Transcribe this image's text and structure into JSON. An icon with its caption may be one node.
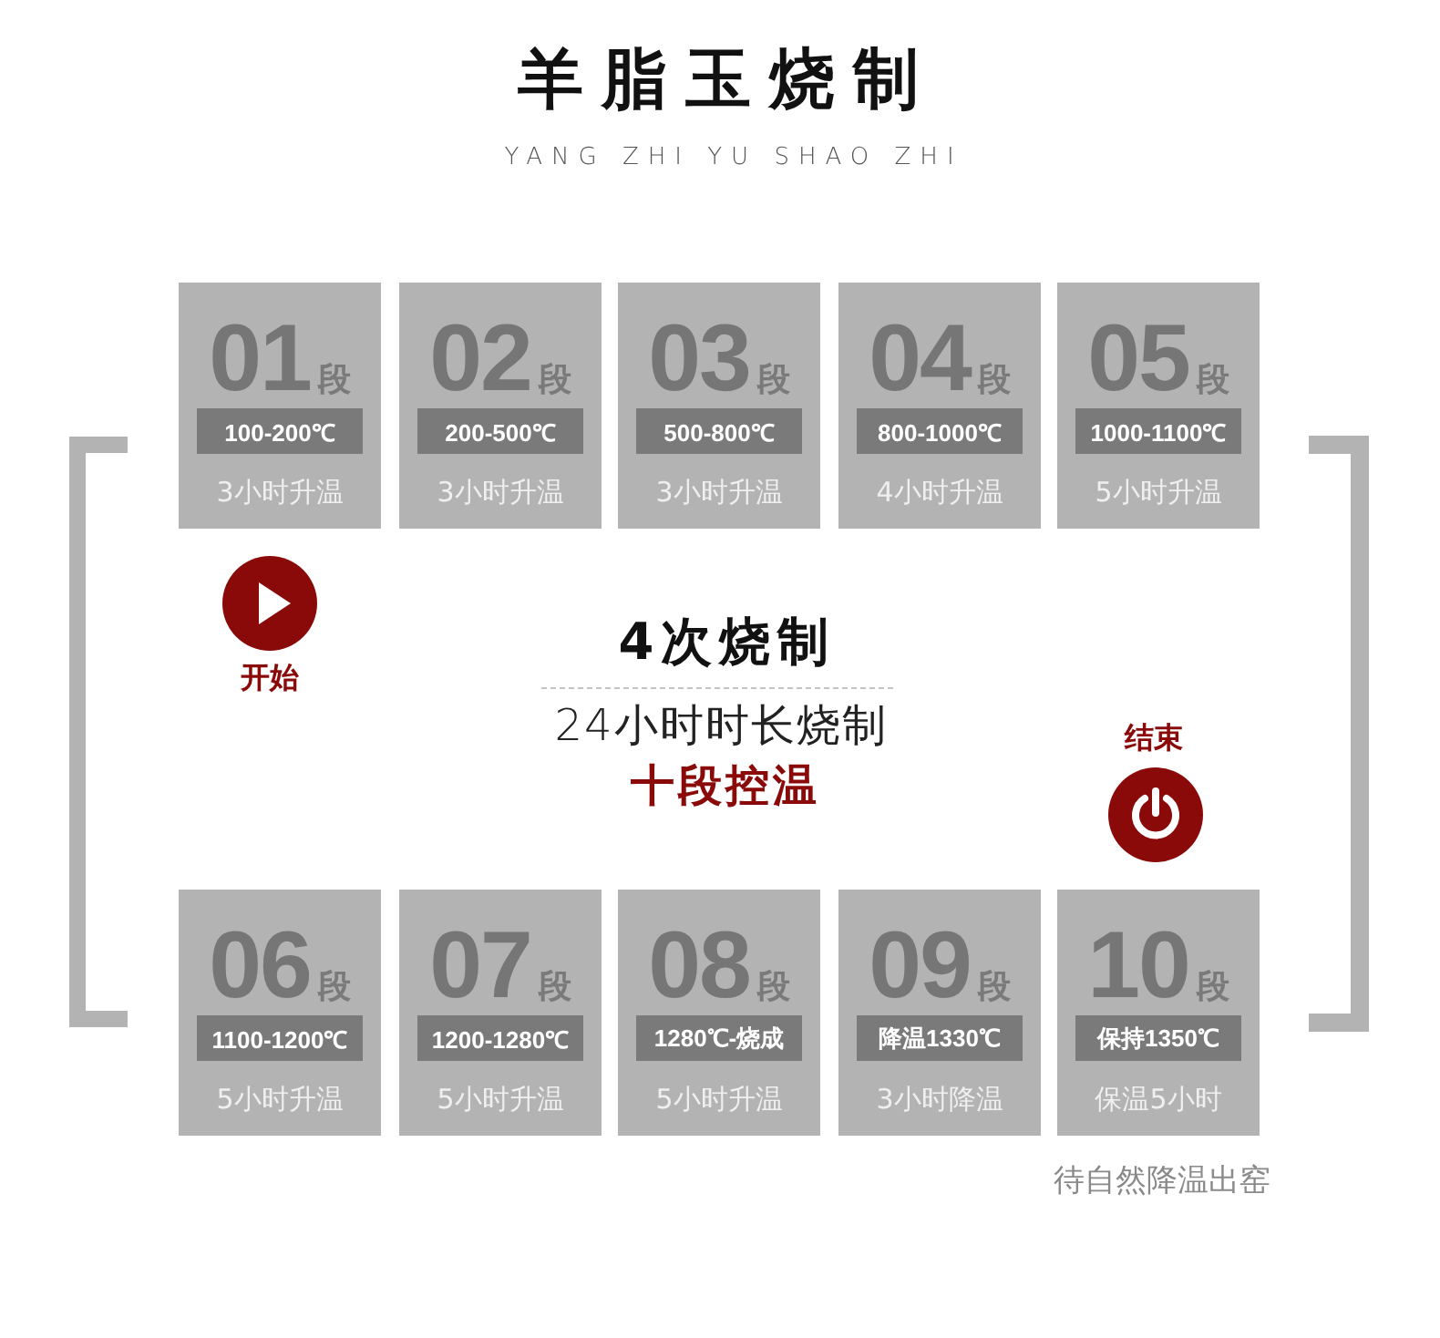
{
  "diagram": {
    "title": "羊脂玉烧制",
    "nodes": [
      {
        "text": [
          "01",
          "段",
          "100-200℃",
          "3小时升温"
        ]
      },
      {
        "text": [
          "02",
          "段",
          "200-500℃",
          "3小时升温"
        ]
      },
      {
        "text": [
          "03",
          "段",
          "500-800℃",
          "3小时升温"
        ]
      },
      {
        "text": [
          "04",
          "段",
          "800-1000℃",
          "4小时升温"
        ]
      },
      {
        "text": [
          "05",
          "段",
          "1000-1100℃",
          "5小时升温"
        ]
      },
      {
        "text": [
          "06",
          "段",
          "1100-1200℃",
          "5小时升温"
        ]
      },
      {
        "text": [
          "07",
          "段",
          "1200-1280℃",
          "5小时升温"
        ]
      },
      {
        "text": [
          "08",
          "段",
          "1280℃-烧成",
          "5小时升温"
        ]
      },
      {
        "text": [
          "09",
          "段",
          "降温1330℃",
          "3小时降温"
        ]
      },
      {
        "text": [
          "10",
          "段",
          "保持1350℃",
          "保温5小时"
        ],
        "beside": [
          "待自然降温出窑"
        ]
      }
    ],
    "labels": [
      "YANG ZHI YU SHAO ZHI",
      "开始",
      "4次烧制",
      "24小时时长烧制",
      "十段控温",
      "结束"
    ]
  }
}
